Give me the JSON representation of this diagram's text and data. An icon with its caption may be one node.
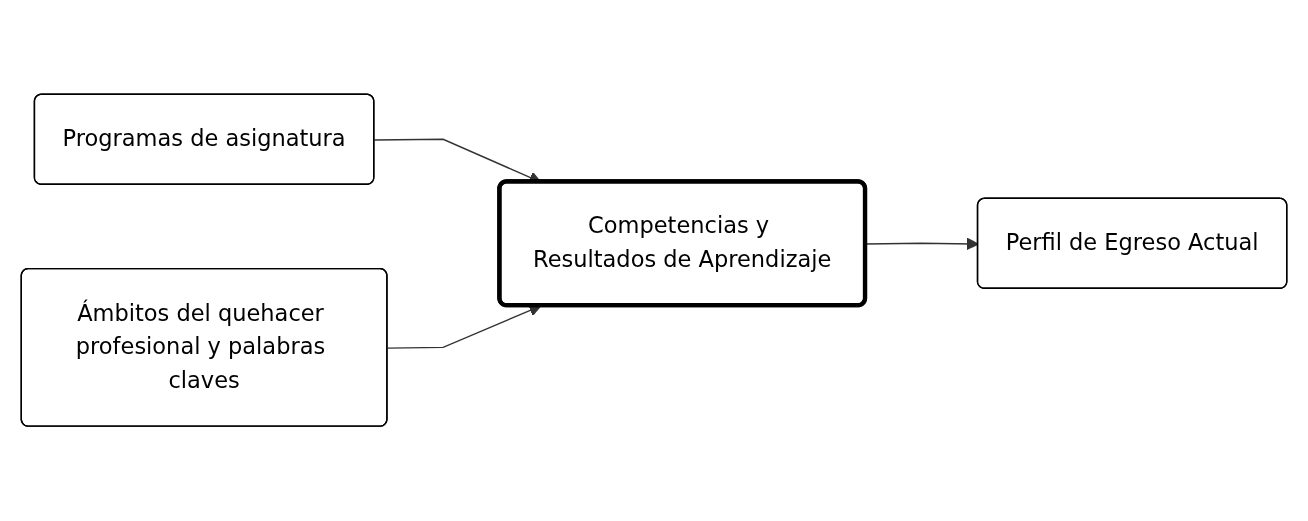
{
  "diagram": {
    "nodes": [
      {
        "text": [
          "Programas de asignatura"
        ]
      },
      {
        "text": [
          "Competencias y Resultados de Aprendizaje"
        ]
      },
      {
        "text": [
          "Ámbitos del quehacer profesional y palabras claves"
        ]
      },
      {
        "text": [
          "Perfil de Egreso Actual"
        ]
      }
    ],
    "edges": [
      {
        "from": 0,
        "to": 1,
        "arrow": "to"
      },
      {
        "from": 2,
        "to": 1,
        "arrow": "to"
      },
      {
        "from": 1,
        "to": 3,
        "arrow": "to"
      }
    ]
  }
}
